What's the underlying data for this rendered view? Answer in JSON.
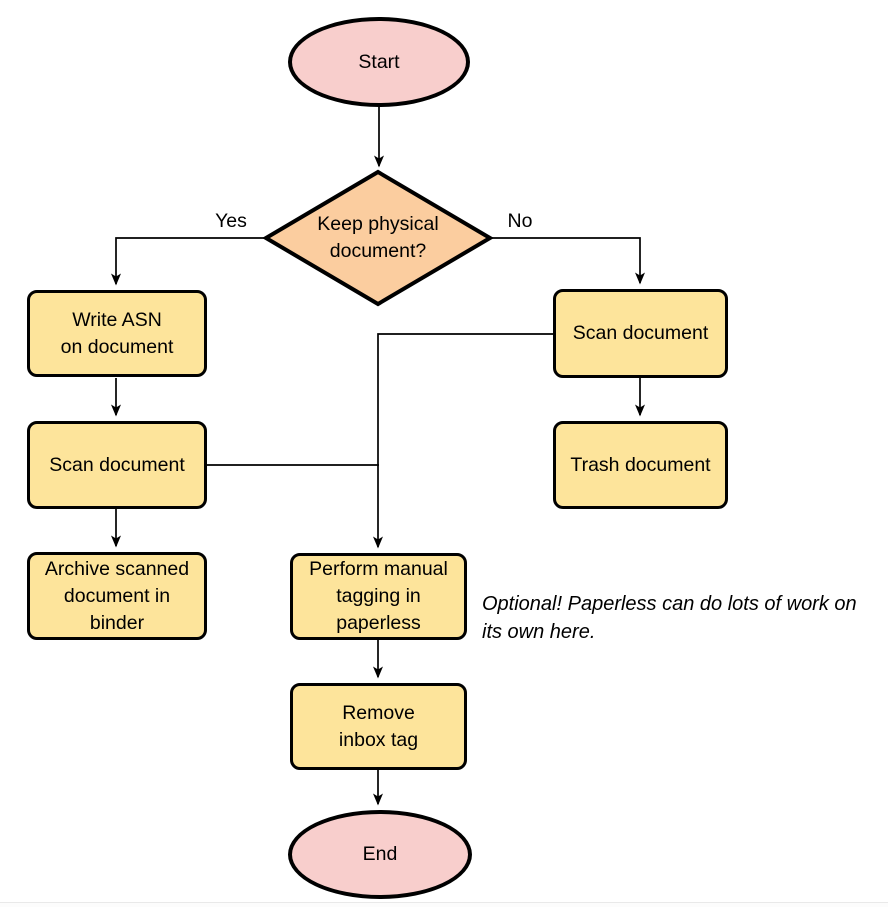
{
  "diagram": {
    "type": "flowchart",
    "nodes": {
      "start": {
        "label": "Start",
        "shape": "ellipse",
        "fill": "#f8cecc"
      },
      "decision_keep_physical": {
        "label": "Keep physical\ndocument?",
        "shape": "diamond",
        "fill": "#fbcd9f"
      },
      "write_asn": {
        "label": "Write ASN\non document",
        "shape": "rounded-rect",
        "fill": "#fde49b"
      },
      "scan_document_left": {
        "label": "Scan document",
        "shape": "rounded-rect",
        "fill": "#fde49b"
      },
      "archive_binder": {
        "label": "Archive scanned\ndocument in\nbinder",
        "shape": "rounded-rect",
        "fill": "#fde49b"
      },
      "scan_document_right": {
        "label": "Scan document",
        "shape": "rounded-rect",
        "fill": "#fde49b"
      },
      "trash_document": {
        "label": "Trash document",
        "shape": "rounded-rect",
        "fill": "#fde49b"
      },
      "manual_tagging": {
        "label": "Perform manual\ntagging in\npaperless",
        "shape": "rounded-rect",
        "fill": "#fde49b"
      },
      "remove_inbox_tag": {
        "label": "Remove\ninbox tag",
        "shape": "rounded-rect",
        "fill": "#fde49b"
      },
      "end": {
        "label": "End",
        "shape": "ellipse",
        "fill": "#f8cecc"
      }
    },
    "edge_labels": {
      "yes": "Yes",
      "no": "No"
    },
    "note": {
      "text": "Optional! Paperless can do lots of work on\nits own here."
    },
    "colors": {
      "terminal_fill": "#f8cecc",
      "decision_fill": "#fbcd9f",
      "process_fill": "#fde49b",
      "stroke": "#000000",
      "background": "#ffffff"
    }
  }
}
